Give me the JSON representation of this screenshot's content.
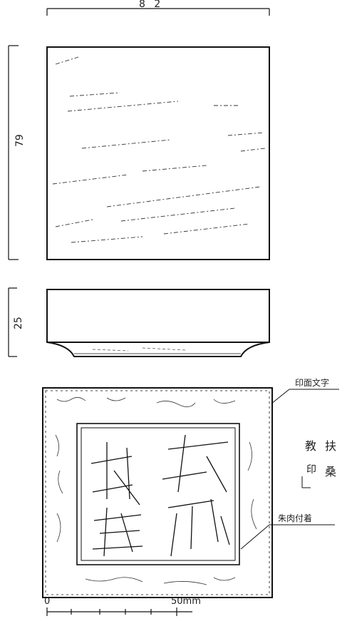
{
  "dimensions": {
    "top_width": "8 2",
    "face_height": "79",
    "side_height": "25"
  },
  "labels": {
    "seal_face_text": "印面文字",
    "vermilion_attached": "朱肉付着"
  },
  "inscription": {
    "col_right_top": "扶",
    "col_right_bottom": "桑",
    "col_left_top": "教",
    "col_left_bottom": "印"
  },
  "scale_bar": {
    "start_label": "0",
    "end_label": "50mm"
  }
}
